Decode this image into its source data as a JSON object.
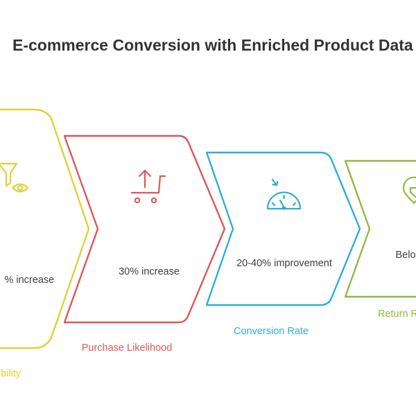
{
  "title": "E-commerce Conversion with Enriched Product Data",
  "steps": [
    {
      "value": "% increase",
      "label": "ibility",
      "icon": "funnel-eye-icon",
      "color": "#ddd334"
    },
    {
      "value": "30% increase",
      "label": "Purchase Likelihood",
      "icon": "shopping-cart-icon",
      "color": "#e05557"
    },
    {
      "value": "20-40% improvement",
      "label": "Conversion Rate",
      "icon": "speedometer-icon",
      "color": "#2eaed5"
    },
    {
      "value": "Belo",
      "label": "Return R",
      "icon": "location-pin-icon",
      "color": "#8dbb3e"
    }
  ]
}
